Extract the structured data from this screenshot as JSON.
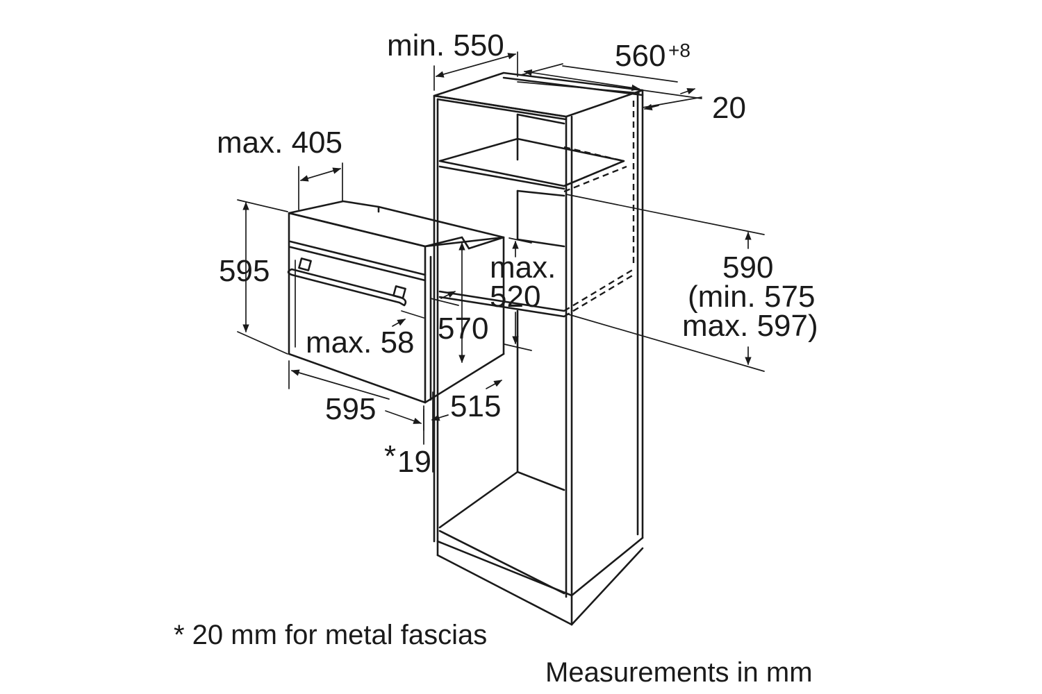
{
  "labels": {
    "min_550": "min. 550",
    "w_560": "560",
    "w_560_sup": "+8",
    "gap_20": "20",
    "max_405": "max. 405",
    "h_595": "595",
    "max_520_a": "max.",
    "max_520_b": "520",
    "h_590": "590",
    "h_590_min": "(min. 575",
    "h_590_max": "max. 597)",
    "max_58": "max. 58",
    "d_570": "570",
    "w_595": "595",
    "d_515": "515",
    "star": "*",
    "fascia_19": "19"
  },
  "footnote": "* 20 mm for metal fascias",
  "units_note": "Measurements in mm"
}
